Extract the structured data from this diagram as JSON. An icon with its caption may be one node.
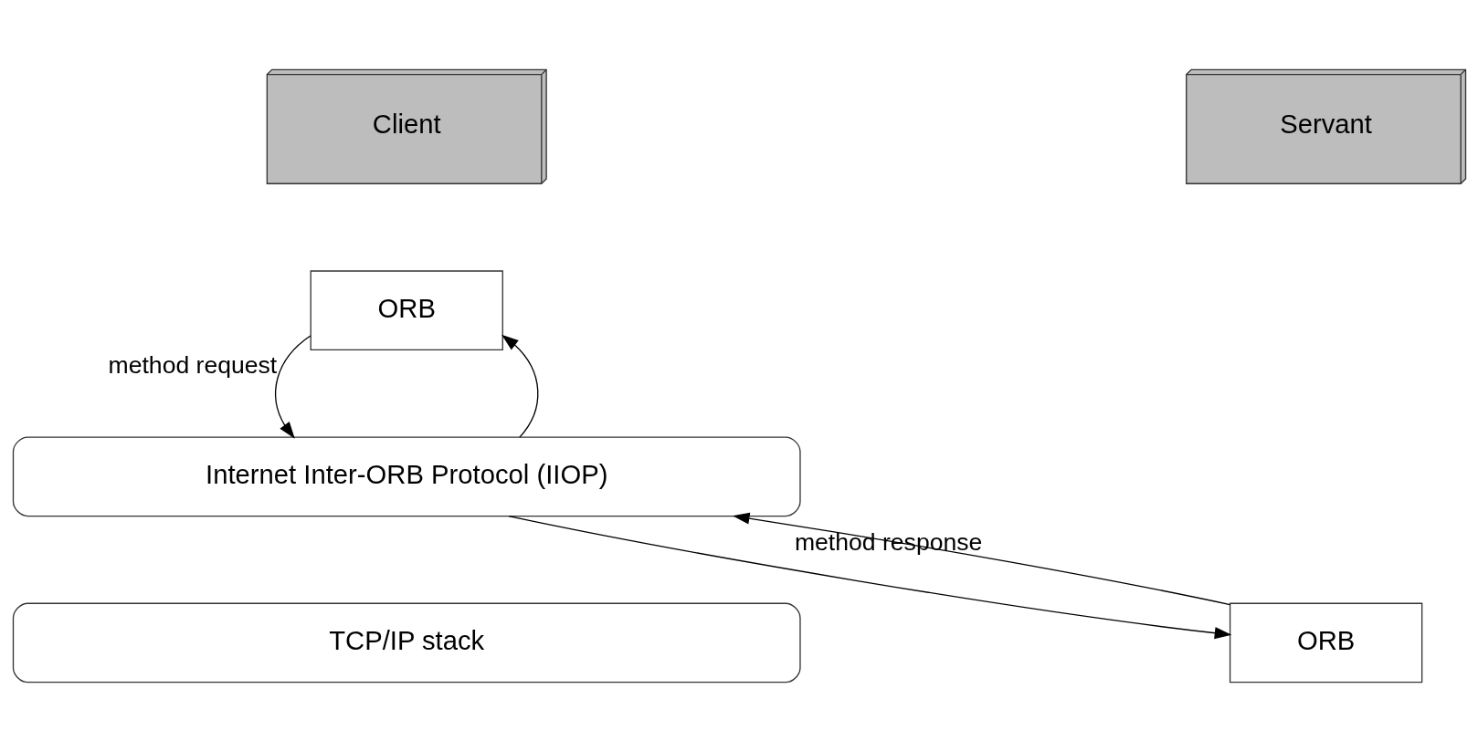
{
  "diagram": {
    "nodes": [
      {
        "text": [
          "Client"
        ]
      },
      {
        "text": [
          "ORB"
        ]
      },
      {
        "text": [
          "Servant"
        ]
      },
      {
        "text": [
          "ORB"
        ]
      },
      {
        "text": [
          "Internet Inter-ORB Protocol (IIOP)"
        ]
      },
      {
        "text": [
          "TCP/IP stack"
        ]
      }
    ],
    "edges": [
      {
        "from": 1,
        "to": 4,
        "arrow": "to",
        "label": "method request"
      },
      {
        "from": 4,
        "to": 1,
        "arrow": "to"
      },
      {
        "from": 4,
        "to": 3,
        "arrow": "to"
      },
      {
        "from": 3,
        "to": 4,
        "arrow": "to",
        "label": "method response"
      }
    ]
  }
}
